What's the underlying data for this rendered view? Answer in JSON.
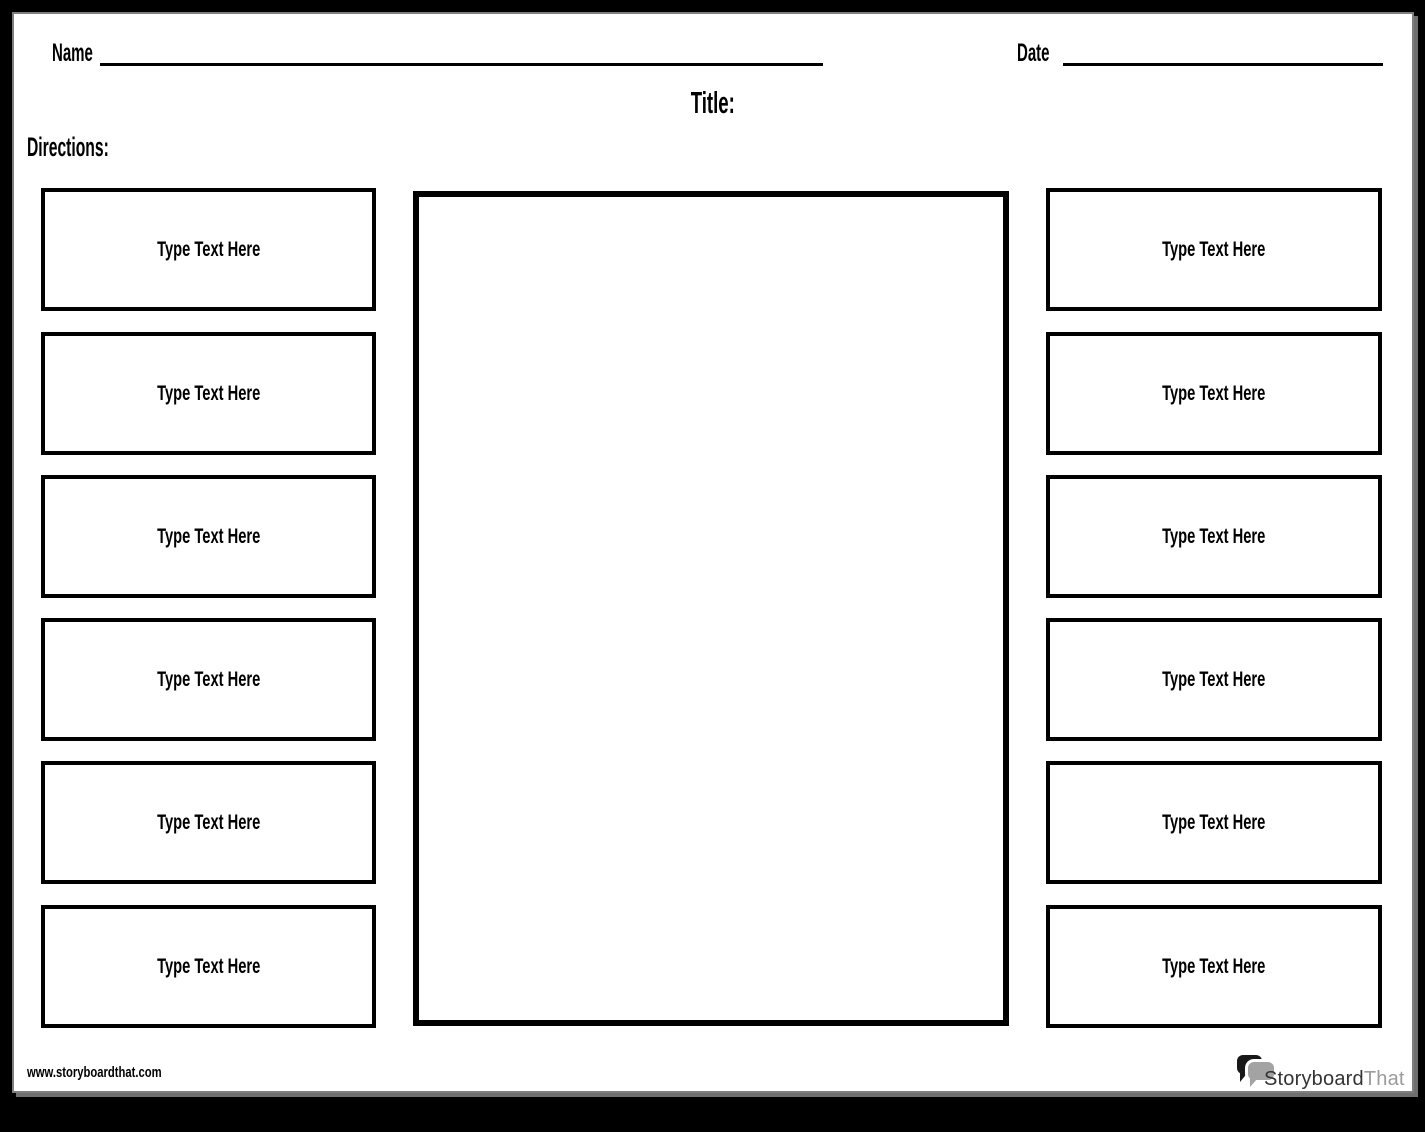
{
  "header": {
    "name_label": "Name",
    "date_label": "Date",
    "title": "Title:",
    "directions_label": "Directions:"
  },
  "boxes": {
    "left": [
      {
        "label": "Type Text Here"
      },
      {
        "label": "Type Text Here"
      },
      {
        "label": "Type Text Here"
      },
      {
        "label": "Type Text Here"
      },
      {
        "label": "Type Text Here"
      },
      {
        "label": "Type Text Here"
      }
    ],
    "right": [
      {
        "label": "Type Text Here"
      },
      {
        "label": "Type Text Here"
      },
      {
        "label": "Type Text Here"
      },
      {
        "label": "Type Text Here"
      },
      {
        "label": "Type Text Here"
      },
      {
        "label": "Type Text Here"
      }
    ]
  },
  "center_box": {
    "content": ""
  },
  "footer": {
    "url": "www.storyboardthat.com",
    "logo_primary": "Storyboard",
    "logo_secondary": "That"
  },
  "colors": {
    "frame": "#000000",
    "page_background": "#ffffff",
    "page_outline": "#7f7f7f",
    "box_border": "#000000",
    "text": "#000000",
    "logo_bubble_black": "#181818",
    "logo_bubble_grey": "#a3a3a3",
    "logo_text_primary": "#333333",
    "logo_text_secondary": "#9b9b9b"
  }
}
